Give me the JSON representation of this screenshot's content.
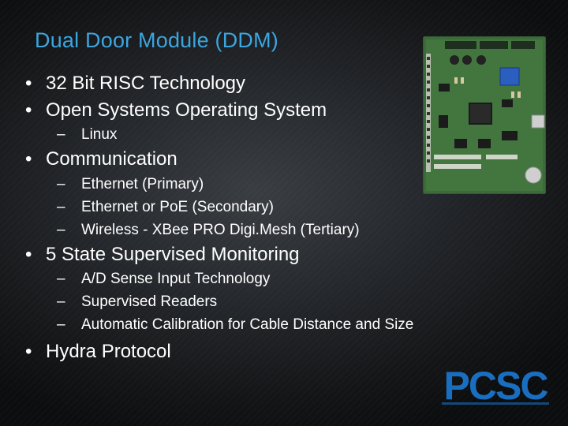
{
  "slide": {
    "title": "Dual Door Module (DDM)",
    "bullets": [
      {
        "bullet": "•",
        "text": "32 Bit RISC Technology",
        "sub": []
      },
      {
        "bullet": "•",
        "text": "Open Systems Operating System",
        "sub": [
          {
            "dash": "–",
            "text": "Linux"
          }
        ]
      },
      {
        "bullet": "•",
        "text": "Communication",
        "sub": [
          {
            "dash": "–",
            "text": "Ethernet (Primary)"
          },
          {
            "dash": "–",
            "text": "Ethernet or PoE (Secondary)"
          },
          {
            "dash": "–",
            "text": "Wireless - XBee PRO Digi.Mesh (Tertiary)"
          }
        ]
      },
      {
        "bullet": "•",
        "text": "5 State Supervised Monitoring",
        "sub": [
          {
            "dash": "–",
            "text": "A/D Sense Input Technology"
          },
          {
            "dash": "–",
            "text": "Supervised Readers"
          },
          {
            "dash": "–",
            "text": "Automatic Calibration for Cable Distance and Size"
          }
        ]
      },
      {
        "bullet": "•",
        "text": "Hydra Protocol",
        "sub": []
      }
    ]
  },
  "logo": {
    "text": "PCSC"
  },
  "colors": {
    "title": "#3ba6e0",
    "text": "#ffffff",
    "logo": "#1a6ec0",
    "pcb": "#3c6a3a"
  }
}
